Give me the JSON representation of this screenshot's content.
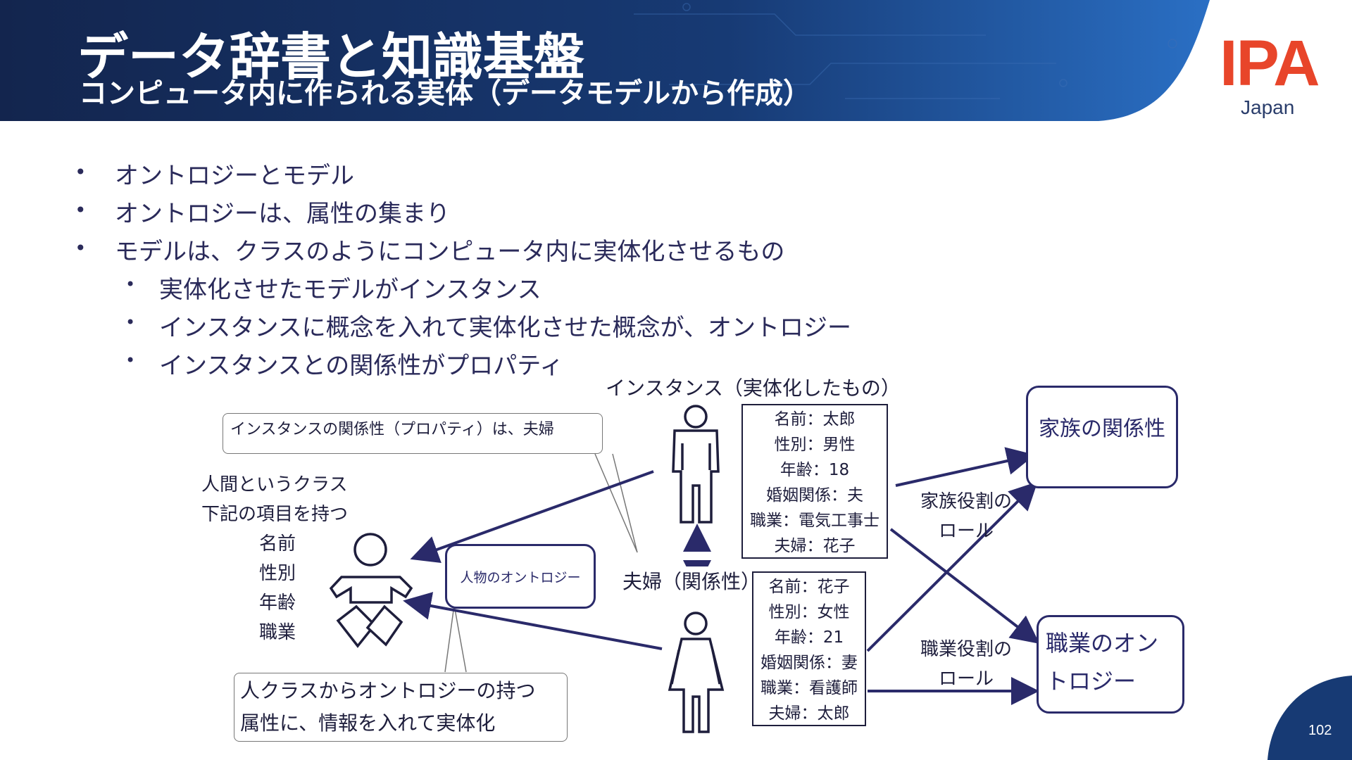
{
  "header": {
    "title": "データ辞書と知識基盤",
    "subtitle": "コンピュータ内に作られる実体（データモデルから作成）"
  },
  "logo": {
    "text": "IPA",
    "sub": "Japan"
  },
  "bullets": [
    "オントロジーとモデル",
    "オントロジーは、属性の集まり",
    "モデルは、クラスのようにコンピュータ内に実体化させるもの"
  ],
  "sub_bullets": [
    "実体化させたモデルがインスタンス",
    "インスタンスに概念を入れて実体化させた概念が、オントロジー",
    "インスタンスとの関係性がプロパティ"
  ],
  "diagram": {
    "instance_caption": "インスタンス（実体化したもの）",
    "callout_property": "インスタンスの関係性（プロパティ）は、夫婦",
    "class_desc": [
      "人間というクラス",
      "下記の項目を持つ",
      "名前",
      "性別",
      "年齢",
      "職業"
    ],
    "person_ontology": "人物のオントロジー",
    "relation_label": "夫婦（関係性）",
    "callout_instantiate": [
      "人クラスからオントロジーの持つ",
      "属性に、情報を入れて実体化"
    ],
    "male_attrs": [
      "名前：太郎",
      "性別：男性",
      "年齢：18",
      "婚姻関係：夫",
      "職業：電気工事士",
      "夫婦：花子"
    ],
    "female_attrs": [
      "名前：花子",
      "性別：女性",
      "年齢：21",
      "婚姻関係：妻",
      "職業：看護師",
      "夫婦：太郎"
    ],
    "family_role": [
      "家族役割の",
      "ロール"
    ],
    "job_role": [
      "職業役割の",
      "ロール"
    ],
    "family_box": "家族の関係性",
    "job_box": [
      "職業のオン",
      "トロジー"
    ]
  },
  "page_number": "102",
  "colors": {
    "header_dark": "#13254e",
    "header_mid": "#1f4f9a",
    "accent_logo": "#e8452a",
    "diagram_line": "#2a2a6a"
  }
}
